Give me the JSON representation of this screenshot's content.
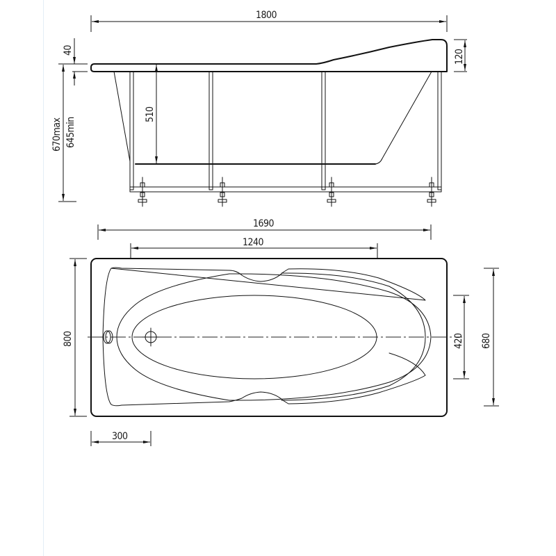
{
  "drawing": {
    "title": "Bathtub technical drawing",
    "views": [
      "side-elevation",
      "top-plan"
    ],
    "line_color": "#111111",
    "background_color": "#ffffff"
  },
  "dimensions": {
    "overall_length": "1800",
    "rim_thickness": "40",
    "backrest_height": "120",
    "overall_height": "670max",
    "overall_height_min": "645min",
    "inner_depth": "510",
    "inner_length": "1690",
    "bottom_length": "1240",
    "overall_width": "800",
    "bottom_width": "420",
    "inner_width": "680",
    "drain_offset": "300"
  }
}
